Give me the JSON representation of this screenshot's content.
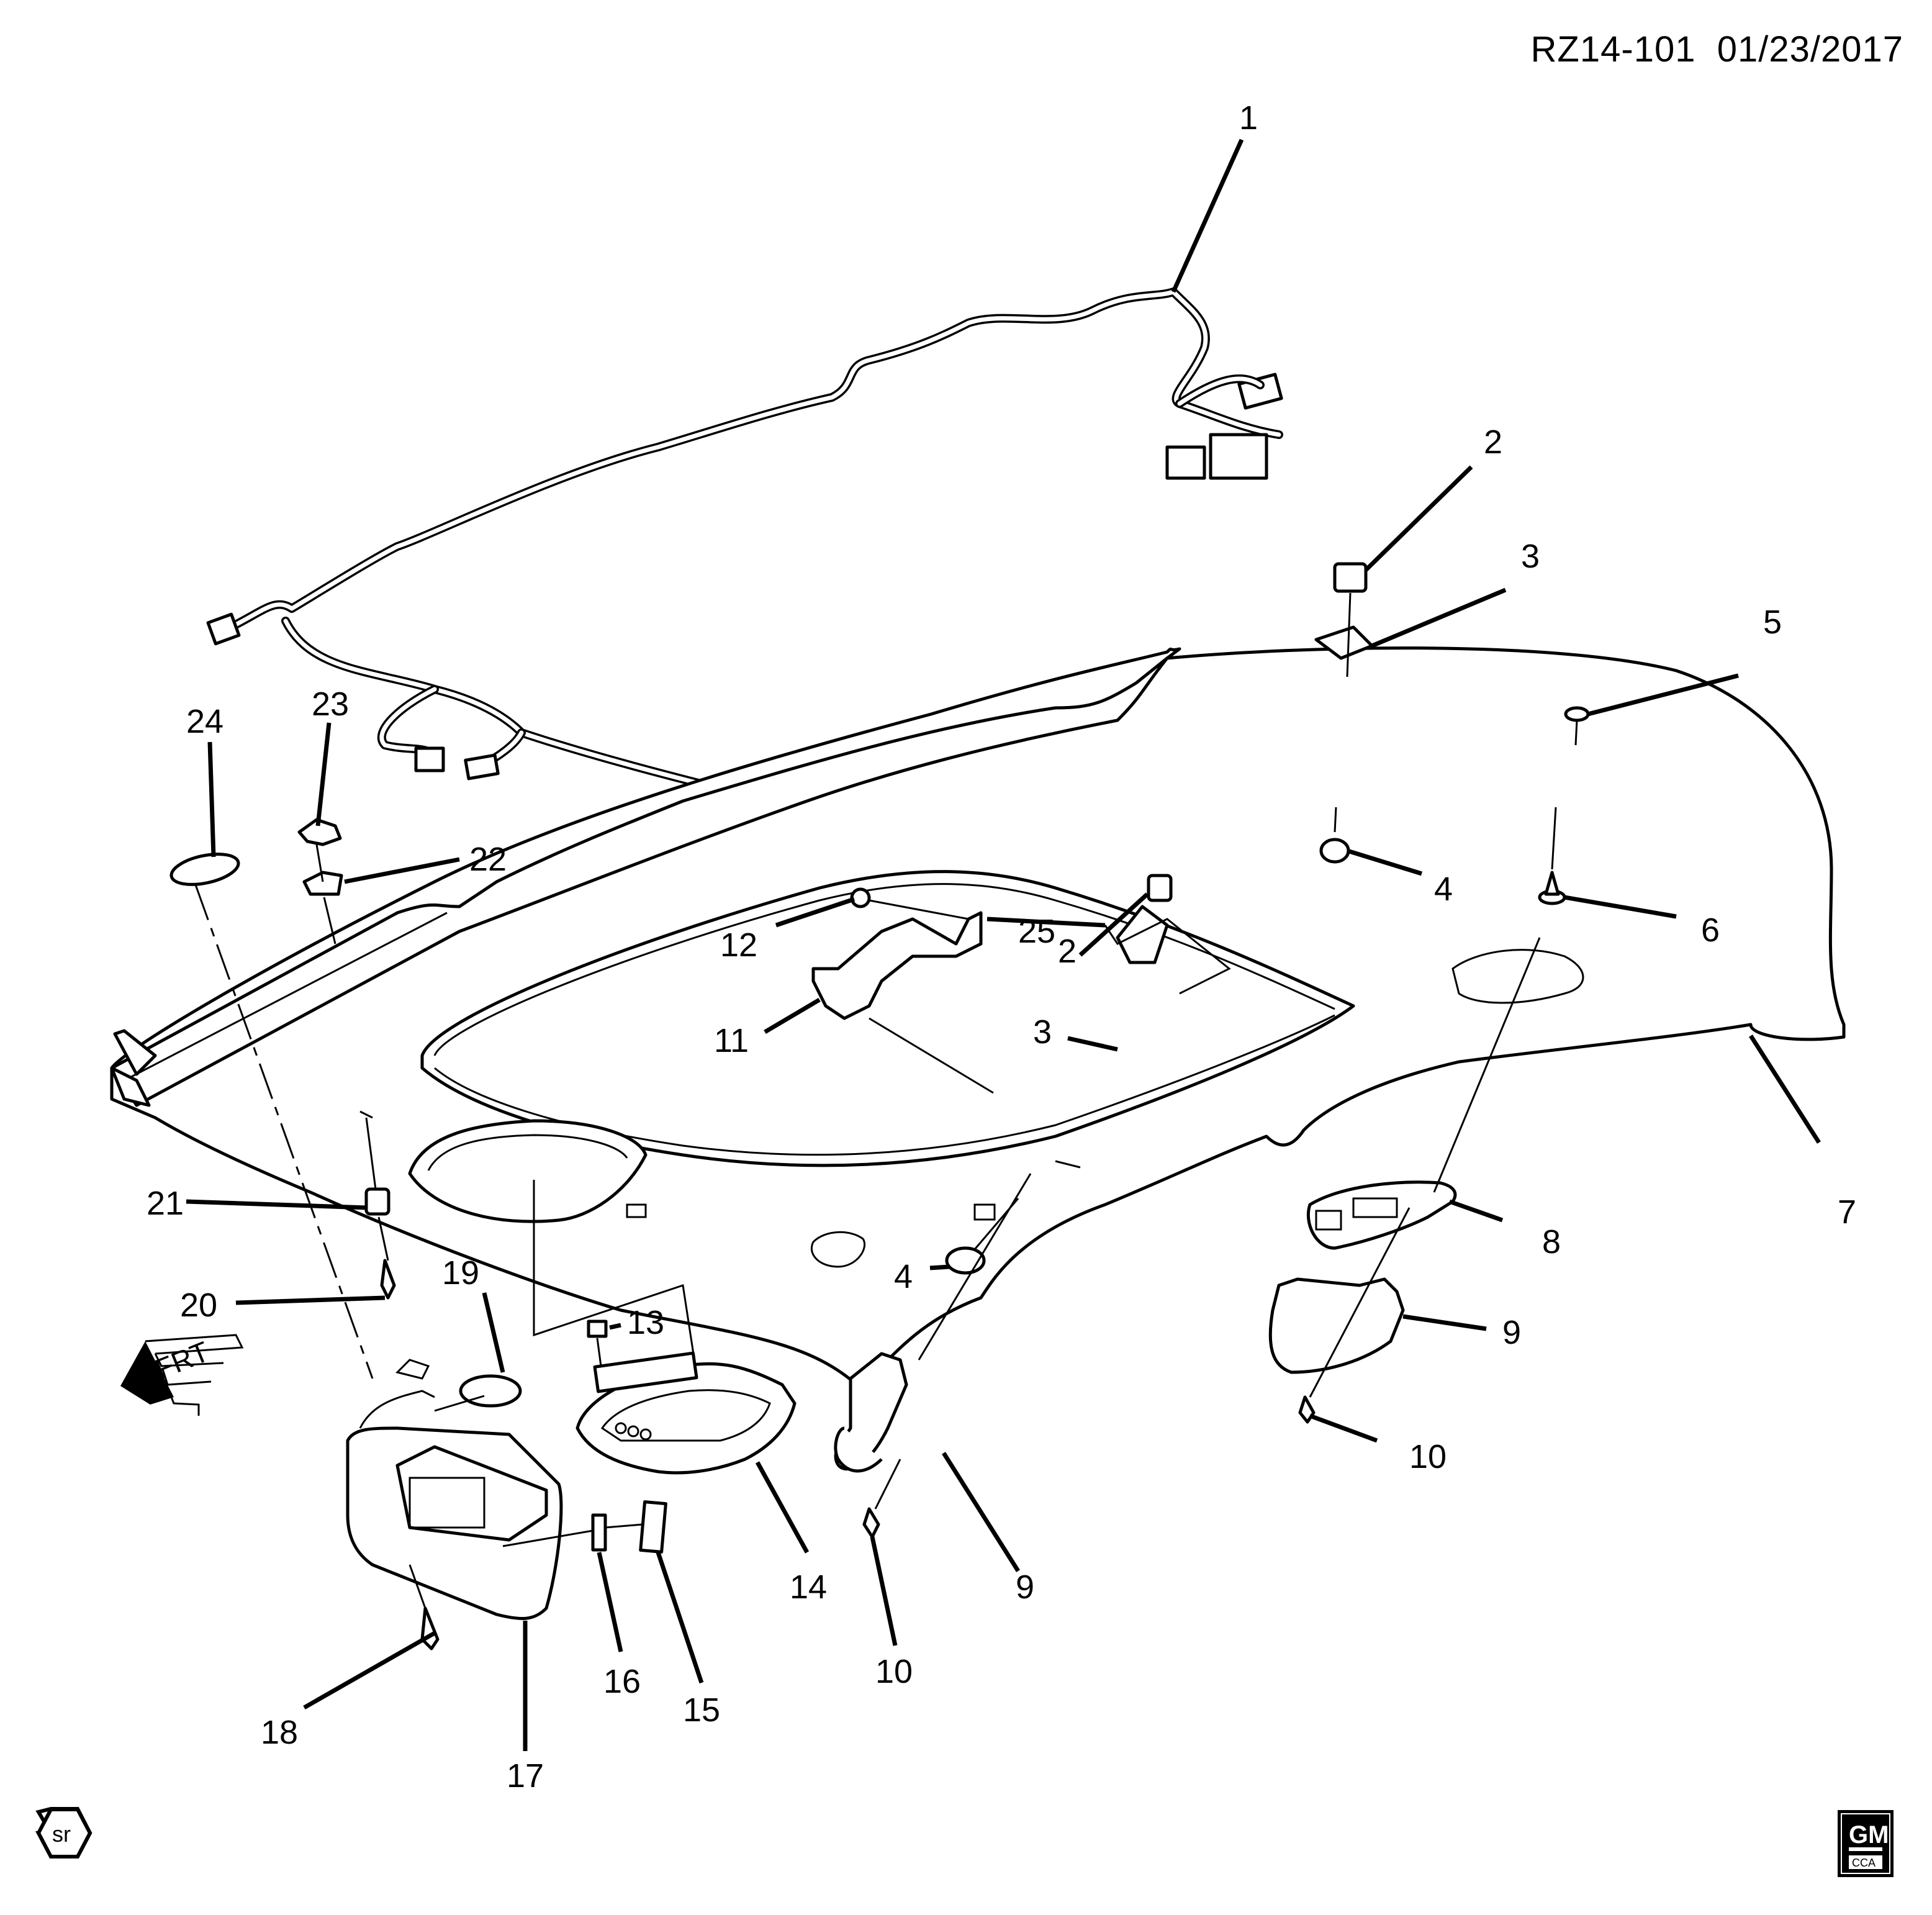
{
  "header": {
    "diagram_id": "RZ14-101",
    "date": "01/23/2017"
  },
  "direction_marker": {
    "label": "FRT",
    "icon": "front-direction-arrow-icon"
  },
  "footer": {
    "left_badge": "sr",
    "logo_top": "GM",
    "logo_bottom": "CCA"
  },
  "callouts": [
    {
      "id": "c1",
      "label": "1"
    },
    {
      "id": "c2a",
      "label": "2"
    },
    {
      "id": "c3a",
      "label": "3"
    },
    {
      "id": "c5",
      "label": "5"
    },
    {
      "id": "c4a",
      "label": "4"
    },
    {
      "id": "c6",
      "label": "6"
    },
    {
      "id": "c7",
      "label": "7"
    },
    {
      "id": "c8",
      "label": "8"
    },
    {
      "id": "c9a",
      "label": "9"
    },
    {
      "id": "c10a",
      "label": "10"
    },
    {
      "id": "c25",
      "label": "25"
    },
    {
      "id": "c12",
      "label": "12"
    },
    {
      "id": "c11",
      "label": "11"
    },
    {
      "id": "c2b",
      "label": "2"
    },
    {
      "id": "c3b",
      "label": "3"
    },
    {
      "id": "c24",
      "label": "24"
    },
    {
      "id": "c23",
      "label": "23"
    },
    {
      "id": "c22",
      "label": "22"
    },
    {
      "id": "c21",
      "label": "21"
    },
    {
      "id": "c20",
      "label": "20"
    },
    {
      "id": "c19",
      "label": "19"
    },
    {
      "id": "c13",
      "label": "13"
    },
    {
      "id": "c14",
      "label": "14"
    },
    {
      "id": "c4b",
      "label": "4"
    },
    {
      "id": "c9b",
      "label": "9"
    },
    {
      "id": "c10b",
      "label": "10"
    },
    {
      "id": "c16",
      "label": "16"
    },
    {
      "id": "c15",
      "label": "15"
    },
    {
      "id": "c17",
      "label": "17"
    },
    {
      "id": "c18",
      "label": "18"
    }
  ]
}
